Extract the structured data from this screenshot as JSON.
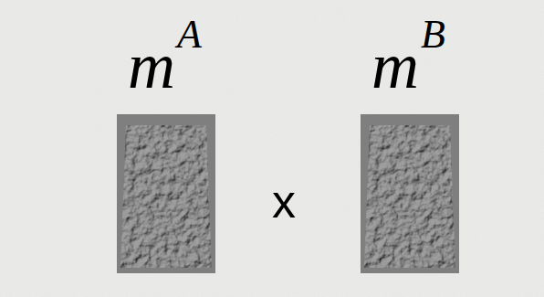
{
  "diagram": {
    "labels": [
      "m",
      "A",
      "m",
      "B",
      "x"
    ]
  }
}
